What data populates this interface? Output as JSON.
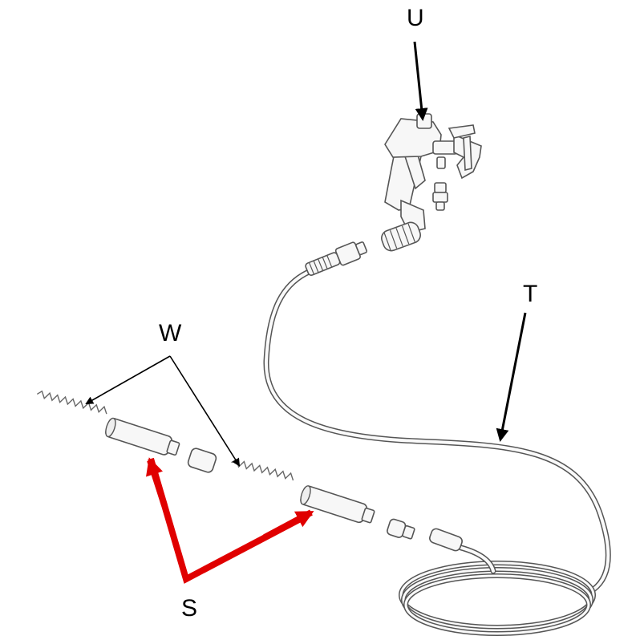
{
  "labels": {
    "U": "U",
    "T": "T",
    "W": "W",
    "S": "S"
  },
  "colors": {
    "callout_red": "#e00000",
    "leader_black": "#000000",
    "part_outline": "#555555"
  }
}
